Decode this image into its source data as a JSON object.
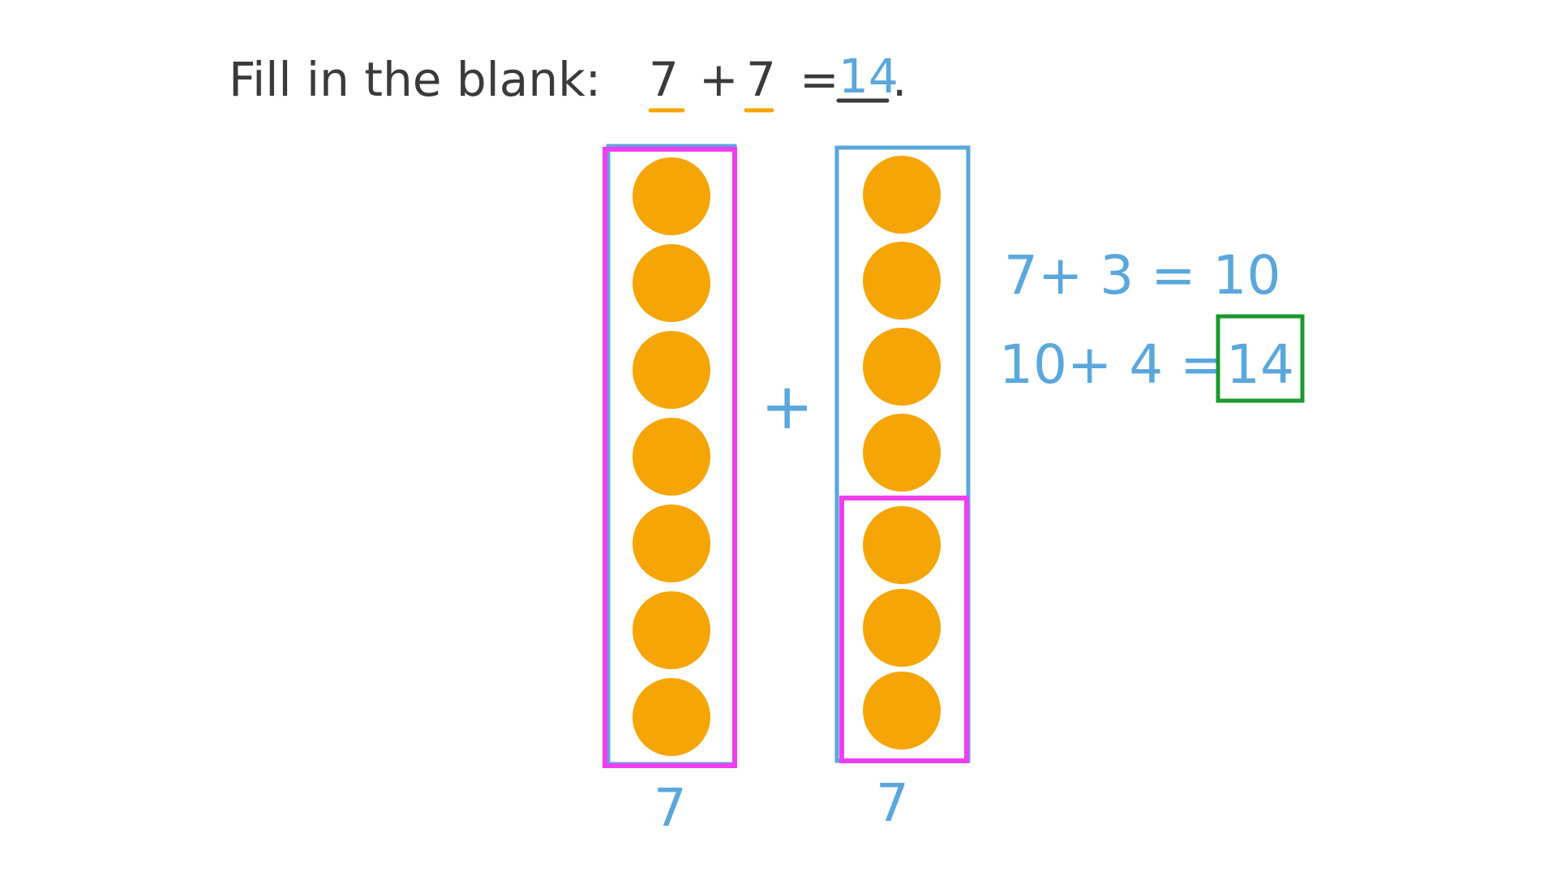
{
  "colors": {
    "ink": "#3a3a3a",
    "blue": "#5aa7dd",
    "orange": "#f5a505",
    "magenta": "#f03df0",
    "green": "#1a9a2e",
    "underline_orange": "#f5a505"
  },
  "title": {
    "prompt": "Fill in the blank:",
    "addend1": "7",
    "plus": "+",
    "addend2": "7",
    "equals": "=",
    "answer": "14",
    "period": "."
  },
  "diagram": {
    "left_column_count": 7,
    "right_column_top_count": 4,
    "right_column_bottom_count": 3,
    "plus_sign": "+",
    "left_label": "7",
    "right_label": "7"
  },
  "working": {
    "line1": "7+ 3 = 10",
    "line2_left": "10+ 4 =",
    "line2_answer": "14"
  }
}
